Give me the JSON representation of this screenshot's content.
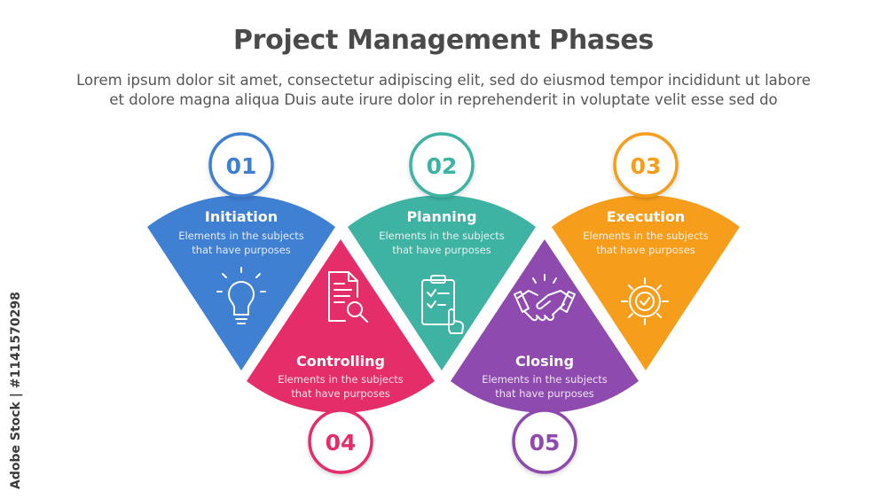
{
  "header": {
    "title": "Project Management Phases",
    "subtitle_line1": "Lorem ipsum dolor sit amet, consectetur adipiscing elit, sed do eiusmod tempor incididunt ut labore",
    "subtitle_line2": "et dolore magna aliqua Duis aute irure dolor in reprehenderit in voluptate velit esse sed do"
  },
  "watermark": "Adobe Stock | #1141570298",
  "phases": [
    {
      "number": "01",
      "title": "Initiation",
      "desc1": "Elements in the subjects",
      "desc2": "that have purposes",
      "color": "#3f80d3",
      "icon": "lightbulb-icon"
    },
    {
      "number": "02",
      "title": "Planning",
      "desc1": "Elements in the subjects",
      "desc2": "that have purposes",
      "color": "#3eb3a4",
      "icon": "clipboard-icon"
    },
    {
      "number": "03",
      "title": "Execution",
      "desc1": "Elements in the subjects",
      "desc2": "that have purposes",
      "color": "#f79d1c",
      "icon": "gear-check-icon"
    },
    {
      "number": "04",
      "title": "Controlling",
      "desc1": "Elements in the subjects",
      "desc2": "that have purposes",
      "color": "#e52e69",
      "icon": "document-search-icon"
    },
    {
      "number": "05",
      "title": "Closing",
      "desc1": "Elements in the subjects",
      "desc2": "that have purposes",
      "color": "#8e4aae",
      "icon": "handshake-icon"
    }
  ]
}
